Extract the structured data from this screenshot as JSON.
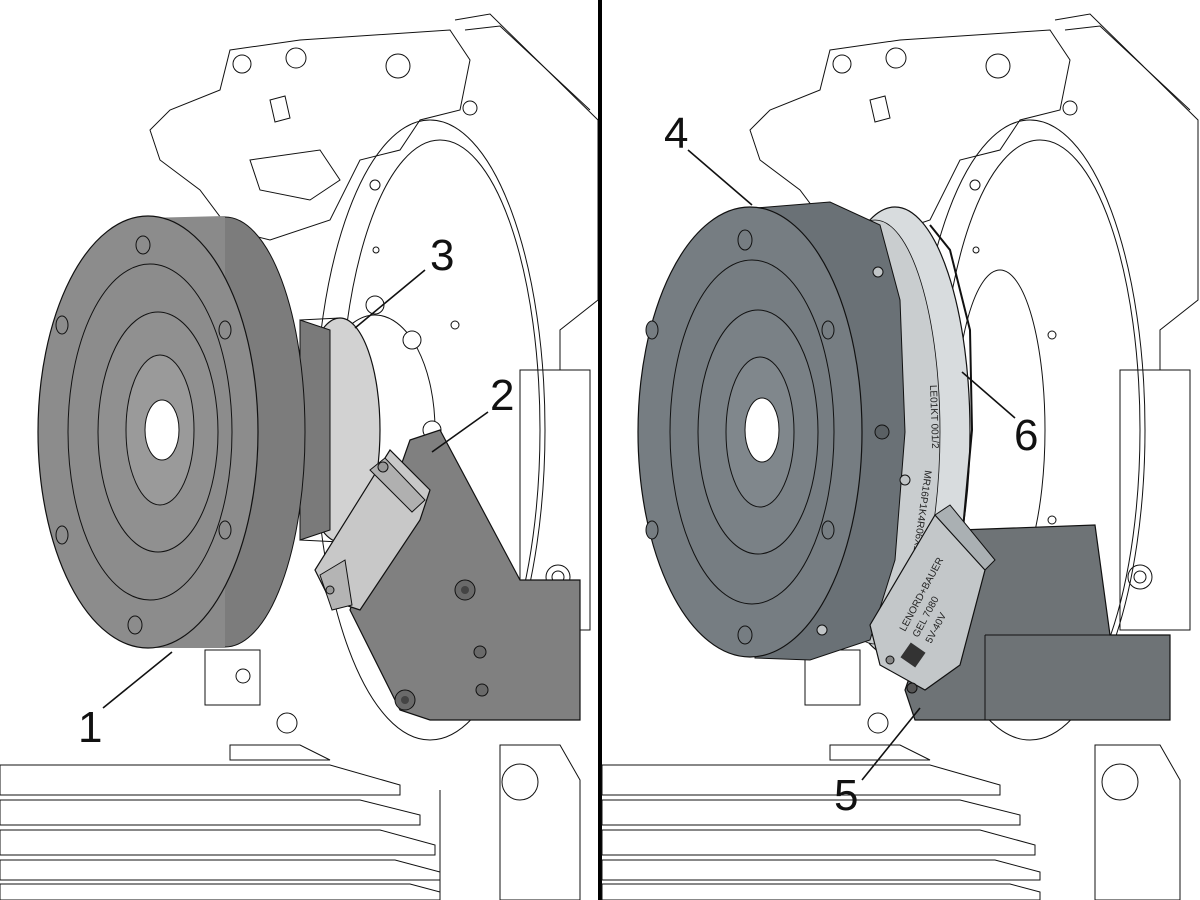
{
  "figure": {
    "left_panel": {
      "callouts": [
        {
          "id": "1",
          "label": "1"
        },
        {
          "id": "2",
          "label": "2"
        },
        {
          "id": "3",
          "label": "3"
        }
      ]
    },
    "right_panel": {
      "callouts": [
        {
          "id": "4",
          "label": "4"
        },
        {
          "id": "5",
          "label": "5"
        },
        {
          "id": "6",
          "label": "6"
        }
      ],
      "ring_engraving_1": "LE01KT 001/2",
      "ring_engraving_2": "MR16P1K4R06X1",
      "sensor_engraving_1": "LENORD+BAUER",
      "sensor_engraving_2": "GEL 7080",
      "sensor_engraving_3": "5V-40V"
    }
  }
}
